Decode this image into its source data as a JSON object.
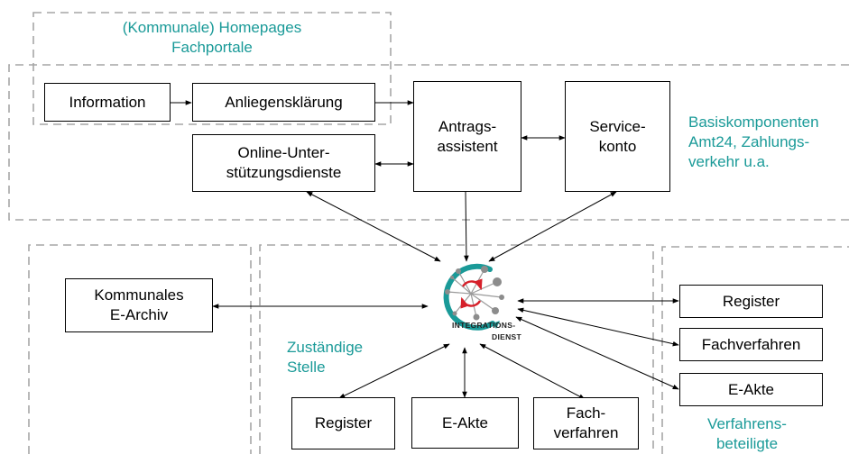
{
  "regions": {
    "homepages": "(Kommunale) Homepages\nFachportale",
    "basis": "Basiskomponenten\nAmt24, Zahlungs-\nverkehr u.a.",
    "zustaendig": "Zuständige\nStelle",
    "verfahren": "Verfahrens-\nbeteiligte"
  },
  "boxes": {
    "information": "Information",
    "anliegen": "Anliegensklärung",
    "online": "Online-Unter-\nstützungsdienste",
    "antrag": "Antrags-\nassistent",
    "service": "Service-\nkonto",
    "archiv": "Kommunales\nE-Archiv",
    "reg_bottom": "Register",
    "eakte_bottom": "E-Akte",
    "fach_bottom": "Fach-\nverfahren",
    "reg_right": "Register",
    "fach_right": "Fachverfahren",
    "eakte_right": "E-Akte"
  },
  "integration": {
    "line1": "Integrations-",
    "line2": "Dienst"
  },
  "colors": {
    "accent": "#1a9a98",
    "dashed": "#a6a6a6",
    "ring_teal": "#1a9a98",
    "ring_red": "#d6202a",
    "dots": "#8c8c8c"
  }
}
